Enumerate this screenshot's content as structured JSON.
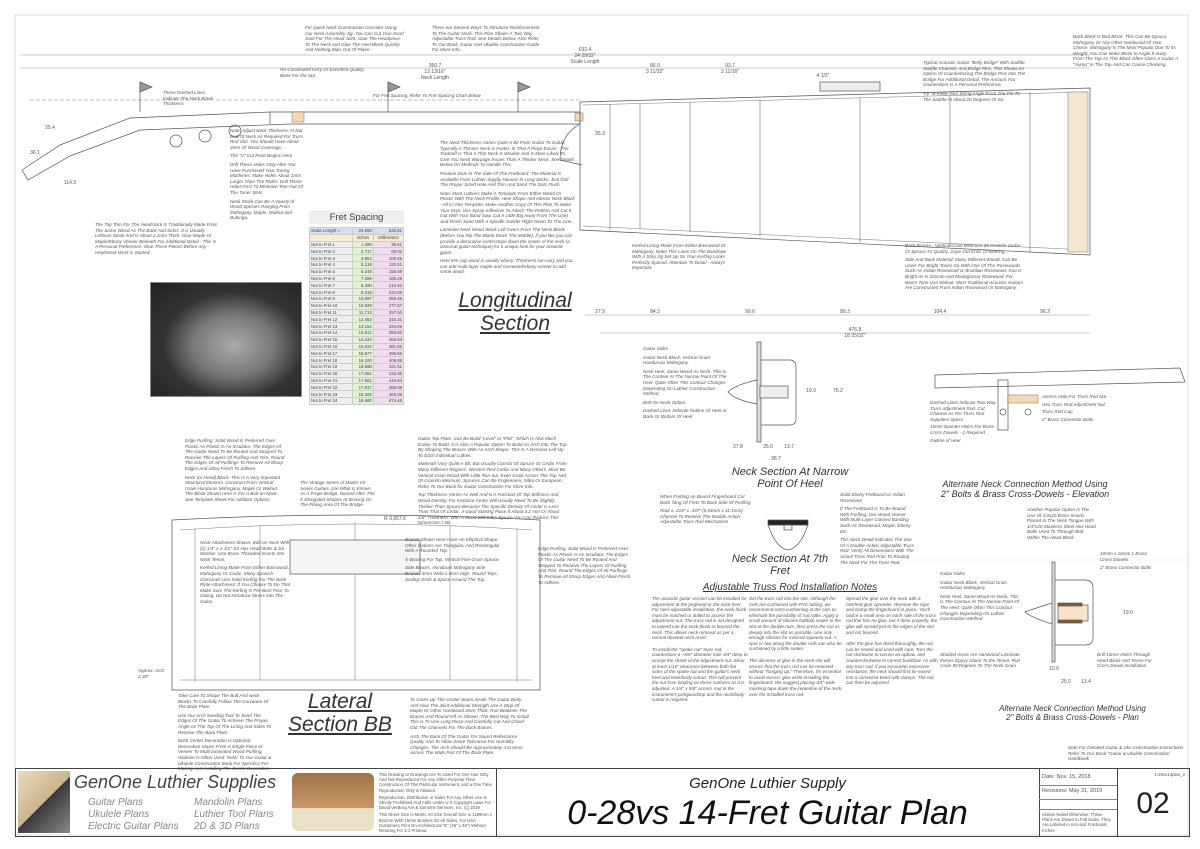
{
  "longitudinal": {
    "heading_line1": "Longitudinal",
    "heading_line2": "Section",
    "notes": [
      "For Quick Neck Construction Consider Using Our Neck Assembly Jig. You Can Cut Your Scarf Joint For The Head Joint, Glue The Headpiece To The Neck and Glue The Heel Block Quickly And Nothing Slips Out Of Place.",
      "There Are Several Ways To Introduce Reinforcement To The Guitar Neck. This Plan Shows A Two Way Adjustable Truss Rod. See Details Below. Also Refer To Our Book, Guitar And Ukulele Construction Guide For More Info.",
      "Re-Constituted Ivory Or Excellent Quality Bone For the Nut",
      "For Fret Spacing, Refer To Fret Spacing Chart Below",
      "These Dashed Lines Indicate The Neck Blank Thickness",
      "Note: Adjust Neck Thickness At Nut End Of Neck As Required For Truss Rod Slot. You Should Have About 3mm Of Wood Coverage.",
      "The \"V\" Cut Point Begins Here",
      "Drill These Holes Only After You Have Purchased Your Tuning Machines. Make Holes About 1mm Larger Than The Roller. Drill These Holes First To Minimize Tear-Out Of The Tuner Slots.",
      "Neck Stock Can Be A Variety of Wood Species Ranging From Mahogany, Maple, Walnut and Bubinga.",
      "The Top Trim For The Headstock Is Traditionally Made From The Same Wood As The Back And Sides. It is Usually Leftover Stock And Is About 2.2mm Thick. Glue Maple Or Maple/Ebony Veneer Beneath For Additional Detail - This Is A Personal Preference. Glue These Pieces Before Any Headstock Work is Started.",
      "The Neck Thickness Varies Quite A Bit From Guitar To Guitar. Typically A Thinner Neck Is Faster. In That It Plays Easier - The Tradeoff Is That A Thin Neck Is Weaker And Is More Likely To Give You Neck Warpage Issues Than A Thicker Neck. See Details Below On Methods To Handle This.",
      "Position Dots In The Side Of The Fretboard. The Material Is Available From Luthier Supply Houses In Long Sticks. Just Drill The Proper Sized Hole And Trim And Sand The Dots Flush.",
      "Note: Most Luthiers Make A Template From Either Wood Or Plastic With The Neck Profile, Heel Shape And Interior Neck Block - All In One Template. Make Another Copy Of This Plan To Make Your Own. Use Spray Adhesive To Attach The Pattern And Cut It Out With Your Band Saw. Cut A Little Big Away From The Line) And Finish Sand With A Spindle Sander Right Down To The Line.",
      "Laminate Neck Wood Stock Left Overs From The Neck Blank (Before You Rip The Blank Down The Middle). If you like you can provide a decorative centerstripe down the center of the neck (a classical guitar technique) for a unique look for your acoustic guitar.",
      "Heel trim cap wood is usually ebony. Thickness can vary and you can add multi-layer maple and rosewood/ebony veneer to add some detail.",
      "Kerfed Lining Made From Either Basswood Or Mahogany. Make This Lines On The Bandsaw With A Strip Jig Set Up So Your Kerfing Looks Perfectly Spaced. Attention To Detail - Always Important.",
      "Typical Acoustic Guitar \"Belly Bridge\" With Saddle. Saddle Channel, And Bridge Pins. This Shows An Option Of Counterboring The Bridge Pins Into The Bridge For Additional Detail. The Amount You Counterbore Is A Personal Preference.",
      "Try To Keep Your String Angle From The Pin To The Saddle At About 20 Degrees Or So.",
      "Back Block Is Butt Block. This Can Be Spruce, Mahogany Or Any Other Hardwood Of Your Choice. Mahogany Is The Most Popular Due To Its Weight. You Can Make Block In Angle It Away From The Top As This Block Often Gives A Guitar A \"Hump\" In The Top And Can Cause Checking.",
      "Back Braces - Vertical Grain Minimum 20 Grain/In Cedar Or Spruce #1 Quality. Cope Out Ends Of Bracing.",
      "Side And Back Material: Many Different Woods Can Be Used. For Bright Tones Go With One Of The Rosewoods Such As Indian Rosewood or Brazilian Rosewood. Koa Is Bright As Is Ziricote And Madagascar Rosewood. For Warm Tone Use Walnut. Most Traditional Acoustic Guitars Are Constructed From Indian Rosewood Or Mahogany."
    ],
    "dims": {
      "scale": "632.4",
      "scale_in": "24 29/32\"",
      "scale_label": "Scale Length",
      "neck": "350.7",
      "neck_in": "13 13/16\"",
      "neck_label": "Neck Length",
      "d1": "86.9",
      "d1_in": "3 11/32\"",
      "d2": "93.7",
      "d2_in": "3 11/16\"",
      "d3": "4 1/2\"",
      "d4": "35.3",
      "d5": "27.9",
      "d6": "84.3",
      "d7": "99.6",
      "d8": "89.3",
      "d9": "104.4",
      "d10": "96.2",
      "body": "476.8",
      "body_in": "18 25/32\"",
      "heel": "114.3",
      "head1": "36.1",
      "head2": "25.4"
    }
  },
  "fret_spacing": {
    "title": "Fret Spacing",
    "scale_label": "Scale Length =",
    "scale_in": "24.906",
    "scale_mm": "632.61",
    "col_in": "Inches",
    "col_mm": "Millimeters",
    "rows": [
      [
        "Nut to Fret 1",
        "1.398",
        "35.51"
      ],
      [
        "Nut to Fret 2",
        "2.717",
        "69.02"
      ],
      [
        "Nut to Fret 3",
        "3.963",
        "100.65"
      ],
      [
        "Nut to Fret 4",
        "5.138",
        "130.51"
      ],
      [
        "Nut to Fret 5",
        "6.248",
        "158.69"
      ],
      [
        "Nut to Fret 6",
        "7.296",
        "185.29"
      ],
      [
        "Nut to Fret 7",
        "8.280",
        "210.40"
      ],
      [
        "Nut to Fret 8",
        "9.218",
        "234.09"
      ],
      [
        "Nut to Fret 9",
        "10.097",
        "256.46"
      ],
      [
        "Nut to Fret 10",
        "10.929",
        "277.57"
      ],
      [
        "Nut to Fret 11",
        "11.713",
        "297.50"
      ],
      [
        "Nut to Fret 12",
        "12.453",
        "316.31"
      ],
      [
        "Nut to Fret 13",
        "13.152",
        "334.06"
      ],
      [
        "Nut to Fret 14",
        "13.812",
        "350.82"
      ],
      [
        "Nut to Fret 15",
        "14.434",
        "366.63"
      ],
      [
        "Nut to Fret 16",
        "15.022",
        "381.56"
      ],
      [
        "Nut to Fret 17",
        "15.577",
        "395.65"
      ],
      [
        "Nut to Fret 18",
        "16.100",
        "408.95"
      ],
      [
        "Nut to Fret 19",
        "16.595",
        "421.51"
      ],
      [
        "Nut to Fret 20",
        "17.061",
        "433.35"
      ],
      [
        "Nut to Fret 21",
        "17.501",
        "444.54"
      ],
      [
        "Nut to Fret 22",
        "17.917",
        "455.09"
      ],
      [
        "Nut to Fret 23",
        "18.309",
        "465.06"
      ],
      [
        "Nut to Fret 24",
        "18.680",
        "474.46"
      ]
    ]
  },
  "lateral": {
    "heading_line1": "Lateral",
    "heading_line2": "Section BB",
    "dim": "R 3,657.6",
    "approx": "Approx. Arch 2.38\"",
    "notes": [
      "Edge Purfling: Solid Wood Is Preferred Over Plastic As Plastic Is An Insulator. The Edges Of The Guitar Need To Be Routed And Stepped To Receive The Layers Of Purfling And Trim. Round The Edges Of All Purflings To Remove All Sharp Edges And Allow Finish To Adhere.",
      "Neck (or Head) Block. This Is A Very Important Structural Element. Construct From Vertical Grain Honduras Mahogany, Maple Or Walnut. The Block Shown Here Is For A Bolt-on Neck. See Template Sheet For Addition Options.",
      "Neck Attachment Shown: Bolt-on Neck With (2) 1/4\" x 1-1/2\" SS Hex Head Bolts & SS Washer. Use Brass Threaded Inserts Into Neck Tenon.",
      "Kerfed Lining Made From Either Basswood, Mahogany Or Cedar. Many Spanish Classicals Use Solid Kerfing For The Back Plate Attachment. If You Choose To Do That Make Sure The Kerfing Is Pre-Bent Prior To Gluing. Do Not Introduce Stress Into The Guitar.",
      "The Vintage Series of Martin VS Series Guitars Use What Is Known As A Projet Bridge, Named After The X Elongated Shapes At Bracing On The Plaing Area Of The Bridge.",
      "Guitar Top Plate. Can Be Build \"Level\" or \"Flat\", Which Is Also Much Easier To Build. It Is Also A Popular Option To Build An Arch Into The Top By Shaping The Braces With An Arch Shape. This Is A Decision Left Up To Each Individual Luthier.",
      "Materials Vary Quite A Bit, But Usually Consist Of Spruce Or Cedar From Many Different Regions. Western Red Cedar And Many Others. Must Be Vertical Grain Wood With Little Run-out. Even Grain Across The Top And 20 Grain/In Minimum. Spruces Can Be Englemann, Sitka Or European. Refer To Our Book for Guitar Construction For More Info.",
      "Top Thickness Varies As Well And Is A Function Of Top Stiffness And Wood Density. For Instance Cedar Will Usually Need To Be Slightly Thicker Than Spruce Because The Specific Density Of Cedar Is Less Than That Of Cedar. A Good Starting Place If About 3.2 mm Or About 1/8\" Thickness. With A Good Stiff Sitka Spruce You Can Reduce This Dimension A Bit.",
      "Braces Shown Here Have An Elliptical Shape. Other Options Are Triangular, And Rectangular With A Rounded Top.",
      "X-Bracing For Top, Vertical Fine-Grain Spruce.",
      "Side Braces, Honduras Mahogany Side Braces. 5mm Wide x 6mm High. Round Tops, Scallop Ends & Space Around The Top.",
      "Edge Purfling: Solid Wood Is Preferred Over Plastic As Plastic Is An Insulator. The Edges Of The Guitar Need To Be Routed And Stepped To Receive The Layers Of Purfling And Trim. Round The Edges Of All Purflings To Remove All Sharp Edges And Allow Finish To Adhere.",
      "Take Care To Shape The Butt And Neck Blocks To Carefully Follow The Curvature Of The Back Plate.",
      "Use Our Arch Sanding Tool To Sand The Edges Of The Guitar To Achieve The Proper Angle on The Top Of The Lining And Sides To Receive The Back Plate.",
      "Back Center Decoration Is Optional. Decoration Varies From A Single Piece of Veneer To Multi-laminated Wood Purfling. Abalone Is Often Used. Refer To Our Guitar & Ukulele Construction Book For Specifics For Making And Installing The Center Decoration.",
      "To Cover Up The Center Seam Inside The Guitar Body And Give The Joint Additional Strength Use A Strip Of Maple Or Other Hardwood 3mm Thick. Run Between The Braces And Round-Off As Shown. The Best Way To Install This Is To Use Long Piece And Carefully Cut And Chisel Out The Channels For The Back Braces.",
      "Arch The Back Of The Guitar For Sound Reflectance Quality And To Allow Some Tolerance For Humidity Changes. The Arch Should Be Approximately 4 to 6mm Across The Wide Part Of The Back Plate."
    ]
  },
  "neck_heel": {
    "heading_line1": "Neck Section At Narrow",
    "heading_line2": "Point Of Heel",
    "labels": [
      "Guitar Sides",
      "Guitar Neck Block, Vertical Grain Hondurous Mahogany",
      "Neck Heel, Same Wood As Neck. This Is The Contour At The Narrow Point Of The Heel. Quite Often This Contour Changes Depending On Luthier Construction Method.",
      "Bolt-On Neck Option",
      "Dashed Lines Indicate Outline Of Heel At Back Or Bottom Of Heel"
    ],
    "dims": [
      "27.8",
      "25.0",
      "13.7",
      "38.7",
      "76.2",
      "19.0"
    ]
  },
  "neck_7th": {
    "heading_line1": "Neck Section At 7th",
    "heading_line2": "Fret",
    "labels": [
      "When Fretting An Bound Fingerboard Cut Back Tang Of Frets To Back Side Of Purfling",
      "Rout a .218\" x .437\" (5.54mm x 11.1mm) Channel To Receive The Double Action Adjustable Truss Rod Mechanism",
      "Solid Ebony Fretboard or Indian Rosewood",
      "If The Fretboard Is To Be Bound With Purfling, Use Wood Veneer With Multi-Layer Colored Banding Such As Rosewood, Maple, Ebony Etc.",
      "This Neck Detail Indicates The Use Of A Double-Action Adjustable Truss Rod. Verify All Dimensions With The Actual Truss Rod Prior To Routing The Neck For The Truss Rod."
    ]
  },
  "truss_notes": {
    "heading": "Adjustable Truss Rod Installation Notes",
    "paragraphs": [
      "The acoustic guitar version can be installed for adjustment at the peghead or the neck heel. For heel-adjustable installation, the neck block must be notched or drilled to access the adjustment nut. The truss rod is not designed to extend into the neck block or beyond the neck. This allows neck removal as per a normal dovetail neck reset.",
      "To install the \"spoke nut\" truss rod, counterbore a ~3/8\"-diameter hole 3/4\" deep to accept the shank of the adjustment nut. Allow at least 1/16\" clearance between both flat sides of the spoke nut and the guitar's neck heel and neck/body cutout. This will prevent the nut from binding on these surfaces as it is adjusted. A 1/4\" x 5/8\" access rout in the instrument's pickguard/top and the neck/body cutout is required.",
      "Set the truss rod into the slot. Although the rods are cushioned with PVC tubing, we recommend extra cushioning at the nuts to eliminate the possibility of rod rattle. Apply a small amount of silicone bathtub sealer in the slot at the double nuts, then press the rod as deeply into the slot as possible. Use only enough silicone for minimal squeeze-out. A spot or two along the double rods can also be cushioned by a little sealer.",
      "The absence of glue in the neck slot will ensure that the truss rod can be removed without \"hanging up.\" Therefore, it's essential to avoid excess glue while installing the fingerboard. We suggest placing 3/4\"-wide masking tape down the centerline of the neck, over the installed truss rod.",
      "Spread the glue over the neck with a notched glue spreader. Remove the tape and clamp the fingerboard in place. You'll notice a small area on each side of the truss rod that has no glue, but if done properly, the glue will spread just to the edges of the slot and not beyond.",
      "After the glue has dried thoroughly, the rod can be tested and used with care. Turn the nut clockwise to correct an upbow, and counterclockwise to correct backbow. As with any truss rod, if you encounter excessive resistance, the neck should first be eased into a corrective bend with clamps. The rod can then be adjusted."
    ]
  },
  "alt_elevation": {
    "heading_line1": "Alternate Neck Connection Method Using",
    "heading_line2": "2\" Bolts & Brass Cross-Dowels - Elevation",
    "labels": [
      "Access Hole For Truss Rod Nut",
      "Hex Truss Rod Adjustment Nut",
      "Truss Rod Cap",
      "2\" Brass Connector Bolts",
      "Dashed Lines Indicate Two-Way Truss Adjustment Rod. Cut Channel As Per Truss Rod Suppliers Specs",
      "10mm Diamter Holes For Brass Cross Dowels - 2 Required",
      "Outline of Heel"
    ],
    "note": "Another Popular Option Is The Use Of 1/4x20 Brass Inserts Placed In The Neck Tongue With 1/4\"x20 Stainless Steel Hex Head Bolts Used To Through-Bolt Within The Head Block"
  },
  "alt_plan": {
    "heading_line1": "Alternate Neck Connection Method Using",
    "heading_line2": "2\" Bolts & Brass Cross-Dowels - Plan",
    "labels": [
      "10mm x 16mm L Brass Cross Dowels",
      "2\" Brass Connector Bolts",
      "Guitar Sides",
      "Guitar Neck Block, Vertical Grain Hondurous Mahogany",
      "Neck Heel, Same Wood As Neck. This Is The Contour At The Narrow Point Of The Heel. Quite Often This Contour Changes Depending On Luthier Construction Method",
      "Shaded Areas Are Hardwood Laminate Pieces Epoxy Glued To the Tenon. Run Grain 90 Degrees To The Neck Grain",
      "Drill 10mm Holes Through Head Block And Tenon For Cross Dowel Installation"
    ],
    "dims": [
      "10.0",
      "25.0",
      "13.4",
      "19.0"
    ]
  },
  "book_note": "Note For Detailed Guitar & Uke Construction Instructions Refer To Our Book \"Guitar & Ukulele Construction Handbook",
  "title_block": {
    "brand": "GenOne Luthier Supplies",
    "plans_col1": [
      "Guitar Plans",
      "Ukulele Plans",
      "Electric Guitar Plans"
    ],
    "plans_col2": [
      "Mandolin Plans",
      "Luthier Tool Plans",
      "2D & 3D Plans"
    ],
    "legal": [
      "This Drawing or Drawings Are To Used For One Use Only And Not Reproduced For Any Other Purpose Than Construction Of This Particular Instrument, and a One Time Reproduction Only is Allowed.",
      "Reproduction, Distribution or Sales For Any Other Use Is Strictly Prohibited And Falls Under U.S Copyright Laws For David VerBurg AIA & GenOne Services, Inc. (c) 2019",
      "This Sheet Size Is Metric A0 Size Overall Size is 1189mm x 841mm With 15mm Borders On All Sides. For USA Customers Print On Architectural \"E\" (36\" x 48\") Without Resizing For 1:1 Printout."
    ],
    "company": "GenOne Luthier Supply",
    "title": "0-28vs 14-Fret Guitar Plan",
    "date": "Date: Nov. 15, 2018",
    "revisions": "Revisions: May 31, 2019",
    "scale_note": "Unless Noted Otherwise, These Plans Are Drawn to Full Scale. They Are Labeled in mm and Fractional Inches",
    "file": "1-28vs14plan_2",
    "sheet": "02"
  }
}
